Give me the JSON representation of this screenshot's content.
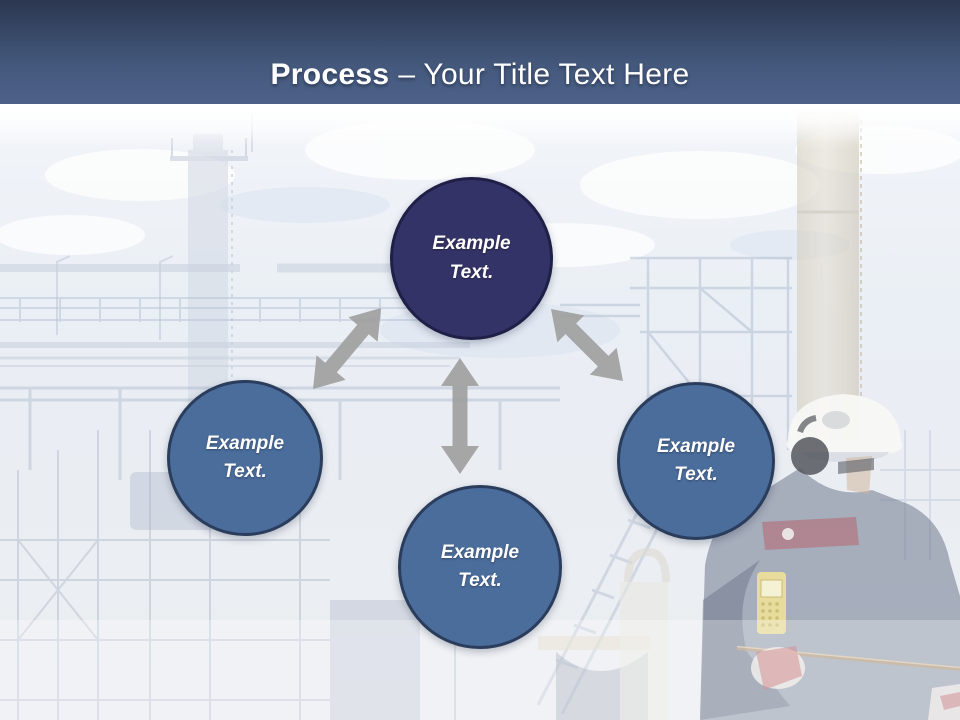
{
  "slide": {
    "title": {
      "emphasis": "Process",
      "rest": "– Your Title Text Here"
    }
  },
  "diagram": {
    "nodes": [
      {
        "id": "top",
        "label": "Example Text."
      },
      {
        "id": "left",
        "label": "Example Text."
      },
      {
        "id": "right",
        "label": "Example Text."
      },
      {
        "id": "bottom",
        "label": "Example Text."
      }
    ]
  },
  "colors": {
    "header_top": "#2b3750",
    "header_bottom": "#4d6289",
    "title_text": "#ffffff",
    "node_primary_fill": "#343367",
    "node_primary_border": "#1f1f47",
    "node_secondary_fill": "#4b6d9c",
    "node_secondary_border": "#2b3d5c",
    "node_text": "#ffffff",
    "arrow": "#9f9f9f"
  }
}
